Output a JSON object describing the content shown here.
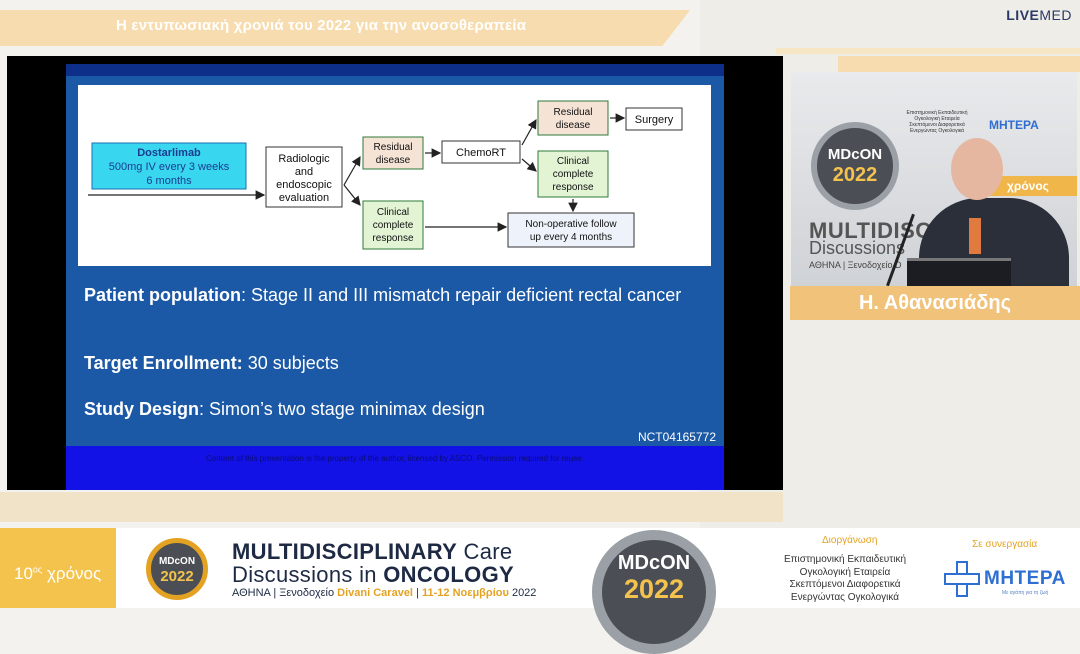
{
  "header": {
    "title": "Η εντυπωσιακή χρονιά του 2022 για την ανοσοθεραπεία",
    "brand_bold": "LIVE",
    "brand_light": "MED"
  },
  "slide": {
    "diagram": {
      "drug_name": "Dostarlimab",
      "drug_dose": "500mg IV every 3 weeks",
      "drug_duration": "6 months",
      "eval_line1": "Radiologic",
      "eval_line2": "and",
      "eval_line3": "endoscopic",
      "eval_line4": "evaluation",
      "residual1_l1": "Residual",
      "residual1_l2": "disease",
      "chemort": "ChemoRT",
      "residual2_l1": "Residual",
      "residual2_l2": "disease",
      "surgery": "Surgery",
      "ccr1_l1": "Clinical",
      "ccr1_l2": "complete",
      "ccr1_l3": "response",
      "ccr2_l1": "Clinical",
      "ccr2_l2": "complete",
      "ccr2_l3": "response",
      "nonop_l1": "Non-operative follow",
      "nonop_l2": "up every 4 months"
    },
    "population_label": "Patient population",
    "population_value": ": Stage II and III mismatch repair deficient rectal cancer",
    "enrollment_label": "Target Enrollment:",
    "enrollment_value": " 30 subjects",
    "design_label": "Study Design",
    "design_value": ":  Simon’s two stage minimax design",
    "nct": "NCT04165772",
    "footer_notice": "Content of this presentation is the property of the author, licensed by ASCO. Permission required for reuse."
  },
  "video": {
    "speaker_name": "Η. Αθανασιάδης",
    "backdrop_year_text": "χρόνος",
    "backdrop_logo_l1": "MDcON",
    "backdrop_logo_l2": "2022",
    "backdrop_multi1": "MULTIDISC",
    "backdrop_multi2": "Discussions",
    "backdrop_loc": "ΑΘΗΝΑ | Ξενοδοχείο D",
    "backdrop_mitera": "ΜΗΤΕΡΑ",
    "backdrop_org": "Επιστημονική Εκπαιδευτική Ογκολογική Εταιρεία Σκεπτόμενοι Διαφορετικά Ενεργώντας Ογκολογικά"
  },
  "footer": {
    "edition": "10",
    "edition_sup": "ος",
    "edition_word": " χρόνος",
    "logo_l1": "MDcON",
    "logo_l2": "2022",
    "conf_line1_bold": "MULTIDISCIPLINARY",
    "conf_line1_light": " Care",
    "conf_line2_light": "Discussions in ",
    "conf_line2_bold": "ONCOLOGY",
    "conf_sub_a": "ΑΘΗΝΑ | Ξενοδοχείο ",
    "conf_sub_hotel": "Divani Caravel",
    "conf_sub_sep": " | ",
    "conf_sub_dates": "11-12 Νοεμβρίου",
    "conf_sub_year": " 2022",
    "org_heading": "Διοργάνωση",
    "org_l1": "Επιστημονική Εκπαιδευτική",
    "org_l2": "Ογκολογική Εταιρεία",
    "org_l3": "Σκεπτόμενοι Διαφορετικά",
    "org_l4": "Ενεργώντας Ογκολογικά",
    "collab_heading": "Σε συνεργασία",
    "partner_name": "ΜΗΤΕΡΑ",
    "partner_tag": "Με αγάπη για τη ζωή"
  },
  "colors": {
    "accent_orange": "#f0c27a",
    "accent_yellow": "#f4c34d",
    "slide_blue": "#1b58a5",
    "partner_blue": "#2f6fd1"
  }
}
